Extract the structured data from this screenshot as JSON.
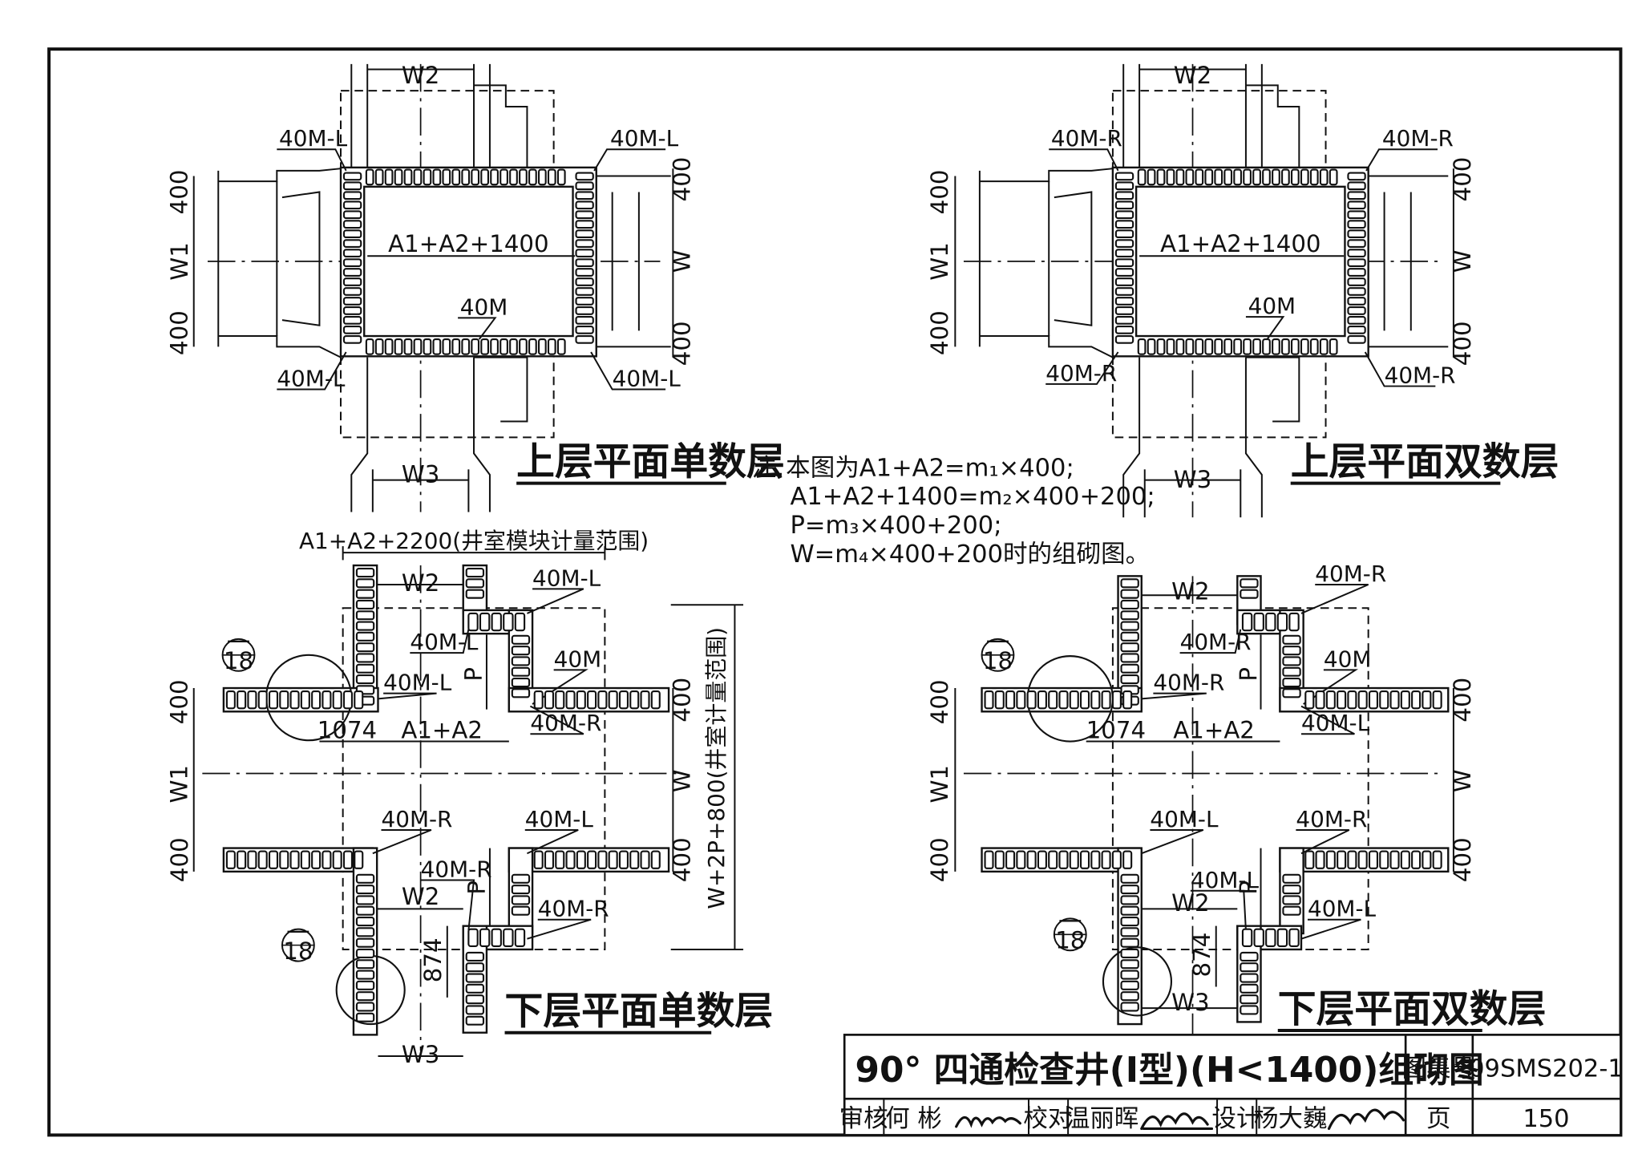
{
  "plans": {
    "upper_odd": {
      "title": "上层平面单数层",
      "w2": "W2",
      "w3": "W3",
      "w1": "W1",
      "w": "W",
      "d400": "400",
      "inner": "A1+A2+1400",
      "wall40m": "40M",
      "tl": "40M-L",
      "tr": "40M-L",
      "bl": "40M-L",
      "br": "40M-L"
    },
    "upper_even": {
      "title": "上层平面双数层",
      "w2": "W2",
      "w3": "W3",
      "w1": "W1",
      "w": "W",
      "d400": "400",
      "inner": "A1+A2+1400",
      "wall40m": "40M",
      "tl": "40M-R",
      "tr": "40M-R",
      "bl": "40M-R",
      "br": "40M-R"
    },
    "lower_odd": {
      "title": "下层平面单数层",
      "range": "A1+A2+2200(井室模块计量范围)",
      "range_v": "W+2P+800(井室计量范围)",
      "w2": "W2",
      "w3": "W3",
      "w1": "W1",
      "w": "W",
      "p": "P",
      "d400": "400",
      "d1074": "1074",
      "d874": "874",
      "a1a2": "A1+A2",
      "wall40m": "40M",
      "top_right_outer": "40M-L",
      "top_right_inner": "40M-L",
      "top_left_corner": "40M-L",
      "right_corner_top": "40M-R",
      "bottom_left_corner": "40M-R",
      "bottom_right_corner": "40M-L",
      "bottom_inner": "40M-R",
      "bottom_right_lower": "40M-R",
      "detail_num": "一",
      "detail_page": "18"
    },
    "lower_even": {
      "title": "下层平面双数层",
      "w2": "W2",
      "w3": "W3",
      "w1": "W1",
      "w": "W",
      "p": "P",
      "d400": "400",
      "d1074": "1074",
      "d874": "874",
      "a1a2": "A1+A2",
      "wall40m": "40M",
      "top_right_outer": "40M-R",
      "top_right_inner": "40M-R",
      "top_left_corner": "40M-R",
      "right_corner_top": "40M-L",
      "bottom_left_corner": "40M-L",
      "bottom_right_corner": "40M-R",
      "bottom_inner": "40M-L",
      "bottom_right_lower": "40M-L",
      "detail_num": "一",
      "detail_page": "18"
    }
  },
  "note": {
    "prefix": "注:",
    "line1": "本图为A1+A2=m₁×400;",
    "line2": "A1+A2+1400=m₂×400+200;",
    "line3": "P=m₃×400+200;",
    "line4": "W=m₄×400+200时的组砌图。"
  },
  "title_block": {
    "title": "90° 四通检查井(Ⅰ型)(H<1400)组砌图",
    "atlas_label": "图集号",
    "atlas_no": "09SMS202-1",
    "review_label": "审核",
    "reviewer": "何 彬",
    "check_label": "校对",
    "checker": "温丽晖",
    "design_label": "设计",
    "designer": "杨大巍",
    "page_label": "页",
    "page_no": "150"
  }
}
